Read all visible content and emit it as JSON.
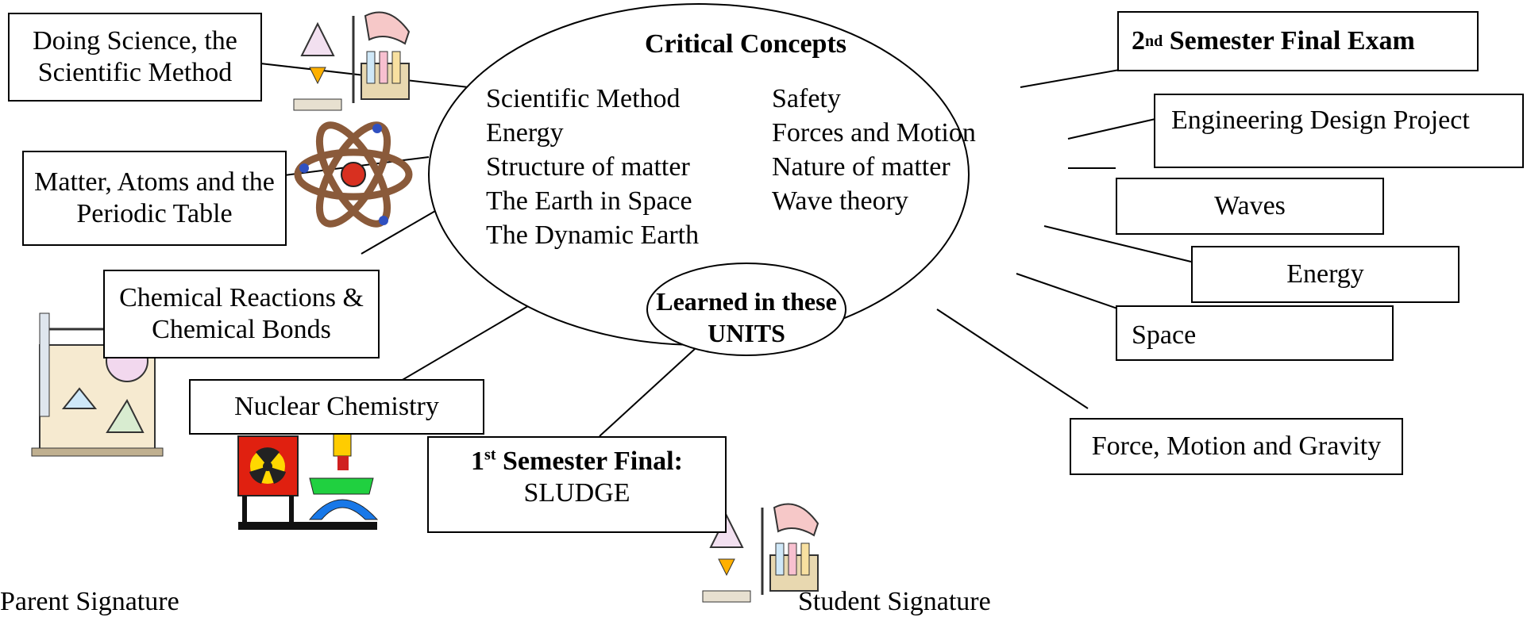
{
  "ellipse": {
    "title": "Critical Concepts",
    "concepts_left": [
      "Scientific Method",
      "Energy",
      "Structure of matter",
      "The Earth in Space",
      "The Dynamic Earth"
    ],
    "concepts_right": [
      "Safety",
      "Forces and Motion",
      "Nature of matter",
      "Wave theory"
    ],
    "inner_label": "Learned in these UNITS"
  },
  "units_left": {
    "doing_science": "Doing Science, the Scientific Method",
    "matter_atoms": "Matter, Atoms and the Periodic Table",
    "chemical_reactions": "Chemical Reactions & Chemical Bonds",
    "nuclear": "Nuclear Chemistry"
  },
  "first_final": {
    "ordinal": "1",
    "sup": "st",
    "label": "Semester Final:",
    "name": "SLUDGE"
  },
  "second_final": {
    "ordinal": "2",
    "sup": "nd",
    "label": "Semester Final Exam"
  },
  "units_right": {
    "engineering": "Engineering Design Project",
    "waves": "Waves",
    "energy": "Energy",
    "space": "Space",
    "force": "Force, Motion and Gravity"
  },
  "signatures": {
    "parent": "Parent Signature",
    "student": "Student Signature"
  },
  "icons": [
    "chemistry-lab-icon",
    "atom-icon",
    "distillation-apparatus-icon",
    "radiation-sign-icon",
    "worker-figure-icon"
  ]
}
